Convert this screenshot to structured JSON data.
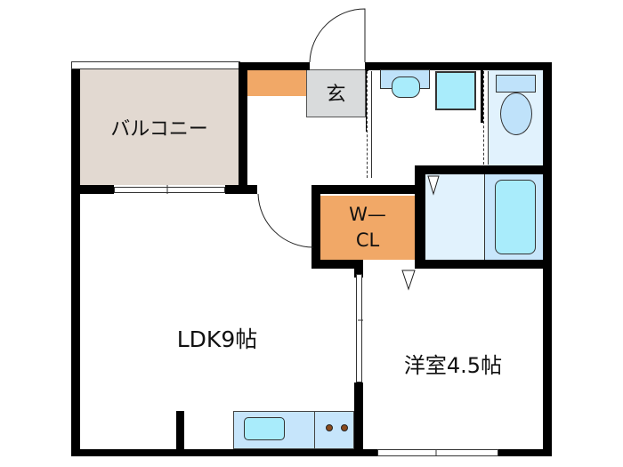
{
  "floorplan": {
    "rooms": {
      "balcony": {
        "label": "バルコニー",
        "color": "#e2d9d1"
      },
      "entrance": {
        "label": "玄",
        "color": "#d9dbdc"
      },
      "shoe_storage": {
        "color": "#f1a867"
      },
      "walk_in_closet": {
        "line1": "W—",
        "line2": "CL",
        "color": "#f1a867"
      },
      "ldk": {
        "label": "LDK9帖"
      },
      "western_room": {
        "label": "洋室4.5帖"
      },
      "washroom": {
        "color": "#ffffff"
      },
      "toilet": {
        "color": "#e1f2fd"
      },
      "dressing": {
        "color": "#e1f2fd"
      },
      "bath": {
        "color": "#c8e6fb"
      },
      "kitchen": {
        "color": "#c6e5fb"
      }
    },
    "colors": {
      "wall": "#000000",
      "fixture_light": "#bfe2fa",
      "fixture_water": "#a9ecfb",
      "stove_burner": "#8a4a1c"
    }
  }
}
